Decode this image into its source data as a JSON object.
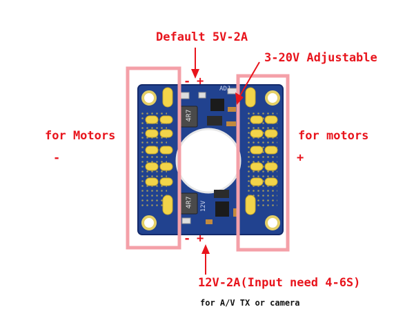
{
  "labels": {
    "default_5v": "Default 5V-2A",
    "adjustable": "3-20V Adjustable",
    "for_motors_left": "for Motors",
    "minus_left": "-",
    "for_motors_right": "for motors",
    "plus_right": "+",
    "input_12v": "12V-2A(Input need 4-6S)",
    "av_tx": "for A/V TX or camera",
    "top_minus": "-",
    "top_plus": "+",
    "bottom_minus": "-",
    "bottom_plus": "+"
  },
  "board_silkscreen": {
    "inductor_top": "4R7",
    "inductor_bottom": "4R7",
    "adj_mark": "ADJ",
    "v12_mark": "12V"
  },
  "colors": {
    "annotation_red": "#e8141c",
    "pcb_blue": "#1f3f8f",
    "pad_gold": "#f2d44a",
    "highlight_pink": "#f4a0a8"
  }
}
